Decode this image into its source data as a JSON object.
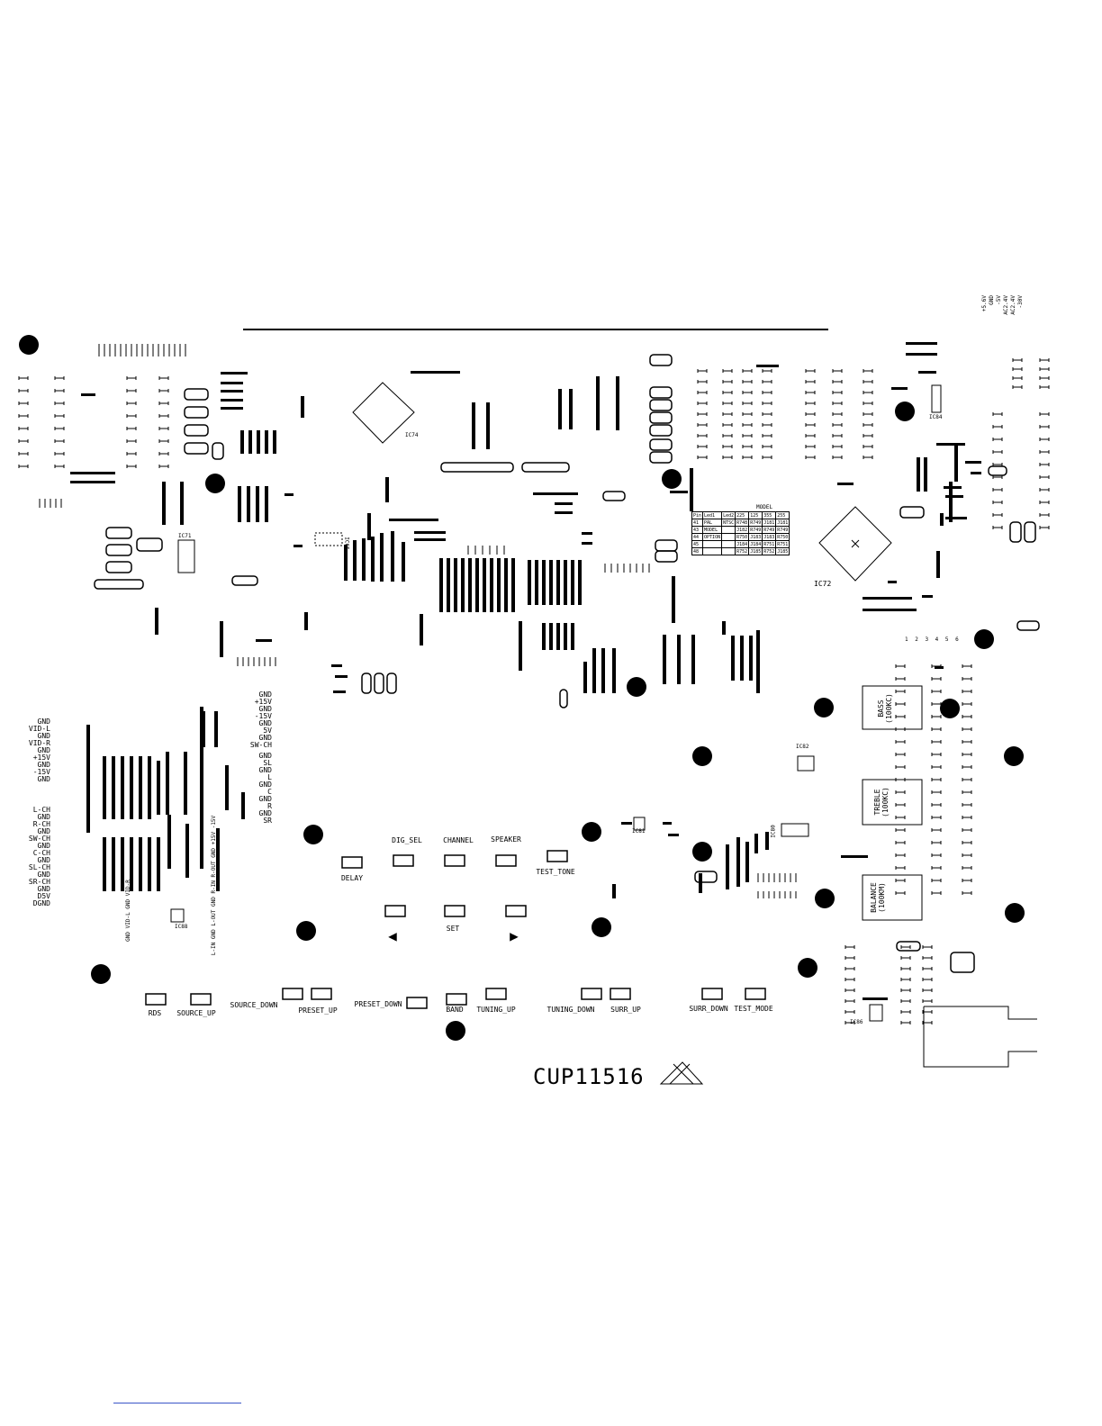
{
  "board": {
    "part_number": "CUP11516",
    "ic_labels": [
      "IC74",
      "IC71",
      "IC72",
      "IC84",
      "IC65",
      "IC82",
      "IC81",
      "IC80",
      "IC86",
      "IC88"
    ],
    "option_table": {
      "title": "MODEL",
      "rows": [
        [
          "Pin",
          "Led1",
          "Led2",
          "225",
          "125",
          "355",
          "255"
        ],
        [
          "41",
          "PAL",
          "NTSC",
          "R748",
          "R749",
          "J181",
          "J181"
        ],
        [
          "43",
          "MODEL",
          "",
          "J182",
          "R749",
          "R749",
          "R749"
        ],
        [
          "44",
          "OPTION",
          "",
          "R750",
          "J183",
          "J183",
          "R750"
        ],
        [
          "45",
          "",
          "",
          "J184",
          "J184",
          "R751",
          "R751"
        ],
        [
          "48",
          "",
          "",
          "R752",
          "J185",
          "R752",
          "J185"
        ]
      ]
    },
    "connector_left_a": [
      "GND",
      "VID-L",
      "GND",
      "VID-R",
      "GND",
      "+15V",
      "GND",
      "-15V",
      "GND"
    ],
    "connector_left_b": [
      "L-CH",
      "GND",
      "R-CH",
      "GND",
      "SW-CH",
      "GND",
      "C-CH",
      "GND",
      "SL-CH",
      "GND",
      "SR-CH",
      "GND",
      "D5V",
      "DGND"
    ],
    "connector_mid_a": [
      "GND",
      "+15V",
      "GND",
      "-15V",
      "GND",
      "5V",
      "GND",
      "SW-CH"
    ],
    "connector_mid_b": [
      "GND",
      "SL",
      "GND",
      "L",
      "GND",
      "C",
      "GND",
      "R",
      "GND",
      "SR"
    ],
    "connector_right_top": [
      "+5.6V",
      "GND",
      "-5V",
      "AC2.4V",
      "AC2.4V",
      "-30V"
    ],
    "connector_bottom_small": [
      "GND",
      "VID-L",
      "GND",
      "VID-R"
    ],
    "connector_bottom_mid": [
      "L-IN",
      "GND",
      "L-OUT",
      "GND",
      "R-IN",
      "R-OUT",
      "GND",
      "+15V",
      "-15V"
    ],
    "pin_numbers": [
      "1",
      "2",
      "3",
      "4",
      "5",
      "6"
    ],
    "knobs": [
      {
        "id": "bass",
        "label": "BASS",
        "value": "(100KC)"
      },
      {
        "id": "treble",
        "label": "TREBLE",
        "value": "(100KC)"
      },
      {
        "id": "balance",
        "label": "BALANCE",
        "value": "(100KM)"
      }
    ],
    "buttons_row1": [
      "DELAY",
      "DIG_SEL",
      "CHANNEL",
      "SPEAKER",
      "TEST_TONE"
    ],
    "buttons_row2": [
      "SET"
    ],
    "buttons_row3": [
      "RDS",
      "SOURCE_UP",
      "SOURCE_DOWN",
      "PRESET_UP",
      "PRESET_DOWN",
      "BAND",
      "TUNING_UP",
      "TUNING_DOWN",
      "SURR_UP",
      "SURR_DOWN",
      "TEST_MODE"
    ],
    "arrow_left": "◀",
    "arrow_right": "▶"
  }
}
